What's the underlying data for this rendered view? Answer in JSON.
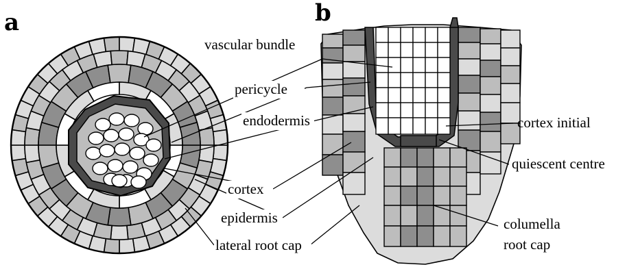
{
  "panels": {
    "a": {
      "letter": "a"
    },
    "b": {
      "letter": "b"
    }
  },
  "labels": {
    "vascular_bundle": "vascular bundle",
    "pericycle": "pericycle",
    "endodermis": "endodermis",
    "cortex": "cortex",
    "epidermis": "epidermis",
    "lateral_root_cap": "lateral root cap",
    "cortex_initial": "cortex initial",
    "quiescent_centre": "quiescent centre",
    "columella_line1": "columella",
    "columella_line2": "root cap"
  },
  "colors": {
    "white": "#ffffff",
    "light": "#dcdcdc",
    "medium": "#bdbdbd",
    "dark": "#8e8e8e",
    "very_dark": "#4a4a4a"
  }
}
